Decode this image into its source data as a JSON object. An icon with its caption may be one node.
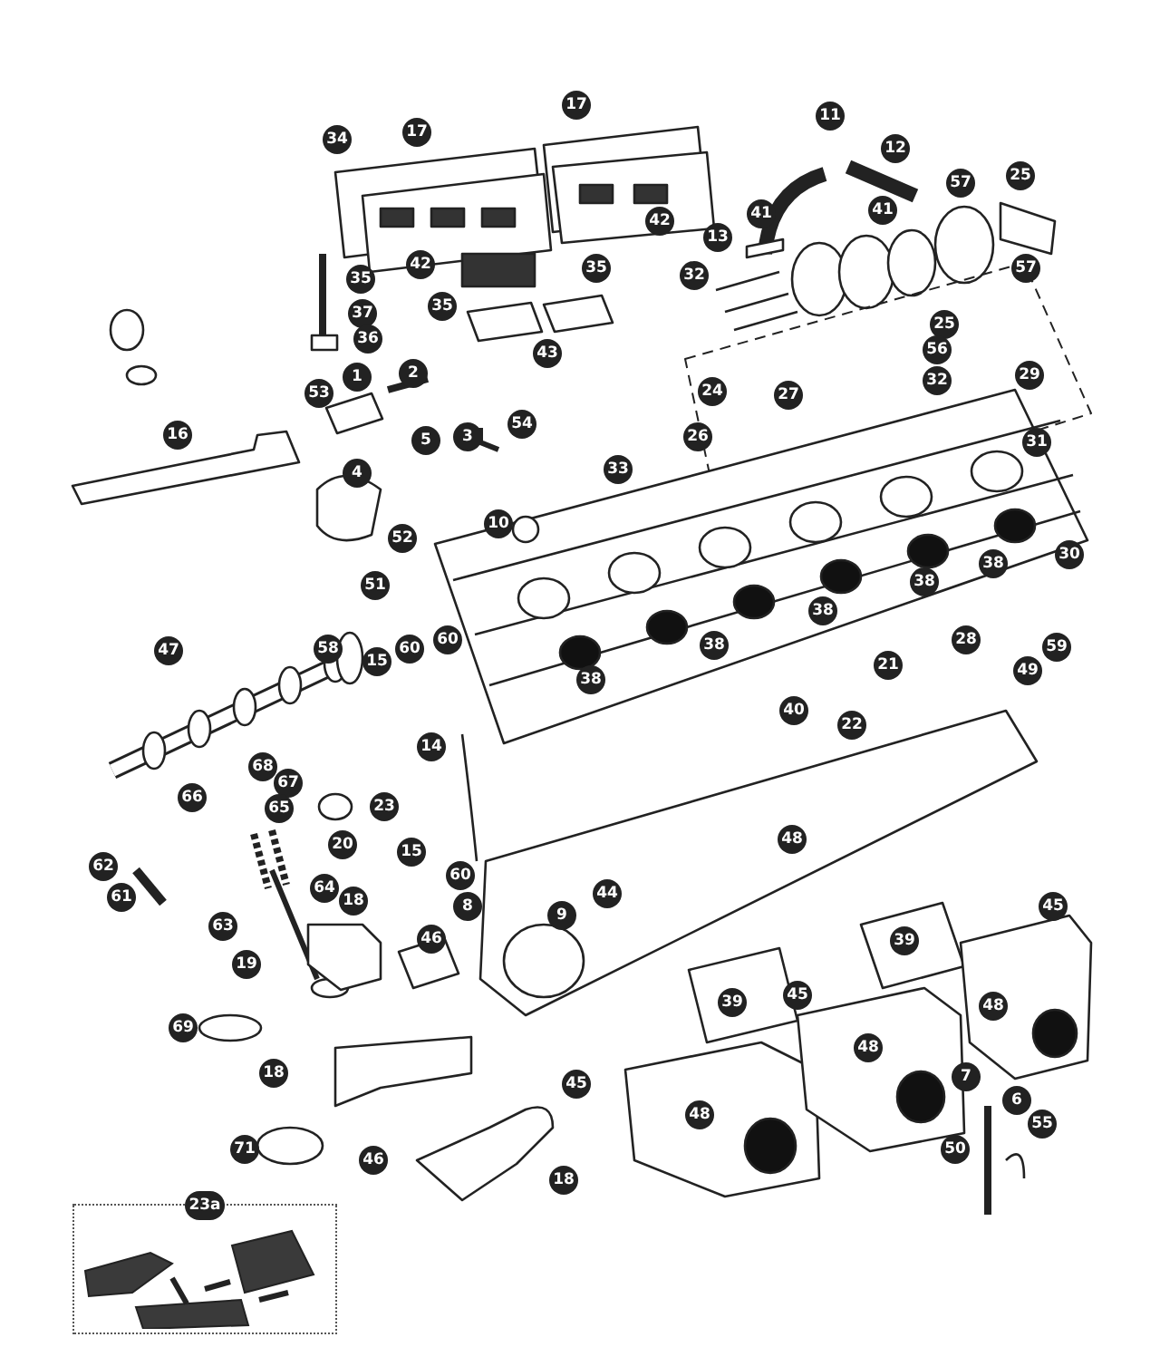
{
  "diagram": {
    "nodes": [
      {
        "text": [
          "23a"
        ]
      }
    ],
    "labels": [
      "17",
      "11",
      "17",
      "34",
      "12",
      "25",
      "57",
      "41",
      "41",
      "42",
      "13",
      "42",
      "35",
      "57",
      "32",
      "35",
      "35",
      "37",
      "25",
      "36",
      "56",
      "43",
      "2",
      "1",
      "29",
      "32",
      "24",
      "53",
      "27",
      "54",
      "16",
      "3",
      "26",
      "5",
      "31",
      "33",
      "4",
      "10",
      "52",
      "30",
      "38",
      "38",
      "51",
      "38",
      "60",
      "28",
      "38",
      "59",
      "58",
      "60",
      "47",
      "15",
      "21",
      "49",
      "38",
      "40",
      "22",
      "14",
      "68",
      "67",
      "66",
      "65",
      "23",
      "48",
      "20",
      "15",
      "62",
      "60",
      "64",
      "44",
      "61",
      "18",
      "8",
      "45",
      "9",
      "63",
      "46",
      "39",
      "19",
      "45",
      "39",
      "48",
      "69",
      "48",
      "18",
      "7",
      "45",
      "6",
      "48",
      "55",
      "50",
      "71",
      "46",
      "18"
    ]
  }
}
